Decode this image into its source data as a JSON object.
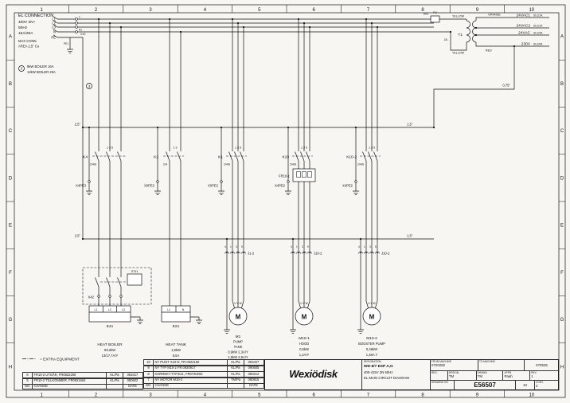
{
  "grid": {
    "cols": [
      "1",
      "2",
      "3",
      "4",
      "5",
      "6",
      "7",
      "8",
      "9",
      "10"
    ],
    "rows": [
      "A",
      "B",
      "C",
      "D",
      "E",
      "F",
      "G",
      "H"
    ]
  },
  "supply": {
    "title": "EL CONNECTION",
    "spec1": "400V 3N~",
    "spec2": "50Hz",
    "spec3": "16A/25A",
    "spec4": "MAX CONN.",
    "spec5": "AREA 2,5\" Cu",
    "l1": "L1",
    "l2": "L2",
    "l3": "L3",
    "n": "N",
    "pe": "PE",
    "terminal": "X10",
    "pin_n": "N1",
    "pin_pe": "PE1",
    "pin_1": "1",
    "note_no": "3",
    "note1": "9kW   BOILER  16A",
    "note2": "12kW BOILER 25A"
  },
  "sizes": {
    "s25a": "2,5\"",
    "s25b": "2,5\"",
    "s15a": "1,5\"",
    "s15b": "1,5\"",
    "s075": "0,75\""
  },
  "transformer": {
    "wire_no": "643",
    "fu": "FU",
    "fu2": "2A",
    "name": "T1",
    "col_py_top": "YELLOW",
    "col_py_bot": "YELLOW",
    "col_sec_top": "ORANGE",
    "col_sec_bot": "RED",
    "out1": "24VAC1",
    "ref1": "Sh.2/1A",
    "out2": "24VAC2",
    "ref2": "Sh.2/1A",
    "out3": "24VAC",
    "ref3": "Sh.2/3A",
    "out4": "230V",
    "ref4": "Sh.2/6A"
  },
  "pe_terminals": {
    "boiler": "X4PE3",
    "tank": "X0PE2",
    "pump": "X0PE2",
    "hood": "X4PE2",
    "booster": "X4PE2"
  },
  "boiler": {
    "contactor": "K4",
    "pins_top": "1 3 5",
    "pins_bot": "2/4/6",
    "switch": "ST41",
    "x42": "X42",
    "device": "E41",
    "t1": "L1",
    "t2": "L2",
    "t3": "L3",
    "name": "HEAT BOILER",
    "power": "9/12kW",
    "current": "13/17,7A/Y",
    "note_no": "3"
  },
  "tank": {
    "contactor": "K2",
    "pins_top": "1 3",
    "pins_bot": "2/4",
    "device": "E21",
    "t1": "L1",
    "t2": "N",
    "name": "HEAT TANK",
    "power": "1,8kW",
    "current": "8,5A"
  },
  "pump": {
    "contactor": "K1",
    "pins_top": "1 3 5",
    "pins_bot": "2/4/6",
    "connector": "J1-2",
    "p4": "4",
    "p1": "1",
    "p3": "3",
    "p5": "5",
    "motor": "M",
    "terminals": "U V W",
    "name": "M1",
    "line1": "PUMP",
    "line2": "TANK",
    "power": "0,9kW 2,3A/Y",
    "power2": "1,9kW 2,8A/Y"
  },
  "hood": {
    "contactor": "K10",
    "pins_top": "1 3 5",
    "pins_bot": "2/4/6",
    "overload": "FR10-1",
    "connector": "J10-2",
    "p4": "4",
    "p1": "1",
    "p3": "3",
    "p5": "5",
    "motor": "M",
    "terminals": "U V W",
    "name": "M10-1",
    "line1": "HOOD",
    "power": "0,6kW",
    "current": "1,2A/Y"
  },
  "booster": {
    "contactor": "K10-2",
    "pins_top": "1 3 5",
    "pins_bot": "2/4/6",
    "connector": "J10-2",
    "p4": "4",
    "p1": "1",
    "p3": "3",
    "p5": "5",
    "motor": "M",
    "terminals": "U V W",
    "name": "M10-2",
    "line1": "BOOSTER PUMP",
    "power": "0,46kW",
    "current": "1,48A Y"
  },
  "legend": {
    "text": "= EXTRA EQUIPMENT"
  },
  "revisions": {
    "h_no": "NO.",
    "h_change": "CHANGE",
    "h_date": "DATE",
    "left": [
      {
        "no": "6",
        "change": "FR10-2 UTGÅR, FR0822290",
        "sign": "KL/Pa",
        "date": "081017"
      },
      {
        "no": "5",
        "change": "FR10-2 TILLKOMMER, FR0821664",
        "sign": "KL/Pa",
        "date": "080822"
      }
    ],
    "right": [
      {
        "no": "10",
        "change": "NY PLINT X10-N, FR.0922150",
        "sign": "KL/Pa",
        "date": "091027"
      },
      {
        "no": "9",
        "change": "NY TYP M10-2 FR.0920917",
        "sign": "KL/Pa",
        "date": "090505"
      },
      {
        "no": "8",
        "change": "KORREKT.TYP.E41, FR0720202",
        "sign": "KL/Pa",
        "date": "090212"
      },
      {
        "no": "7",
        "change": "NY MOTOR M10-2",
        "sign": "TM/Pa",
        "date": "080815"
      }
    ]
  },
  "titleblock": {
    "logo": "Wexiödisk",
    "designation_label": "DESIGNATION",
    "d1": "WD-6/7 ESP   A,G",
    "d2": "400-415V 3N 50Hz",
    "d3": "EL.MAIN CIRCUIT DIAGRAM",
    "from_label": "FROM MACHINE",
    "from_value": "0720282",
    "to_label": "TO MACHINE",
    "date": "070526",
    "reg": "REG.",
    "design_label": "DESIGN.",
    "design": "TM",
    "drawn_label": "DRAWN",
    "drawn": "TM",
    "appr_label": "APPR.",
    "appr": "Paah",
    "rev_label": "REV.",
    "rev": "1",
    "dwg_label": "DRAWING NO",
    "dwg_no": "E56507",
    "sheet": "10",
    "cont_label": "CONT.",
    "cont": "2"
  }
}
